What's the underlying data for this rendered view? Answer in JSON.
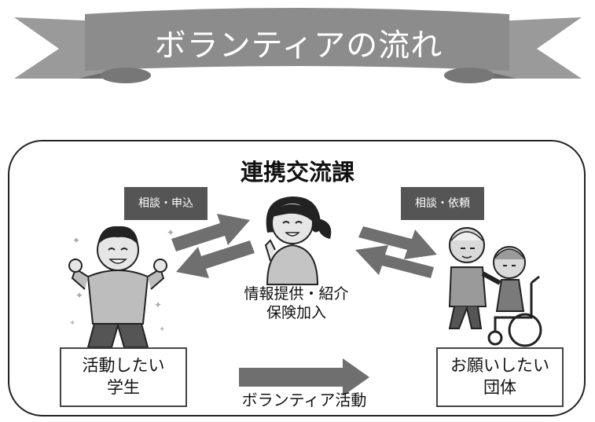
{
  "banner": {
    "title": "ボランティアの流れ"
  },
  "department": {
    "title": "連携交流課"
  },
  "tags": {
    "left": "相談・申込",
    "right": "相談・依頼"
  },
  "center_caption": {
    "line1": "情報提供・紹介",
    "line2": "保険加入"
  },
  "student_box": {
    "line1": "活動したい",
    "line2": "学生"
  },
  "organization_box": {
    "line1": "お願いしたい",
    "line2": "団体"
  },
  "bottom_arrow": {
    "label": "ボランティア活動"
  },
  "colors": {
    "banner_fill": "#8c8c8c",
    "tag_fill": "#555555",
    "arrow_fill": "#6f6f6f"
  }
}
